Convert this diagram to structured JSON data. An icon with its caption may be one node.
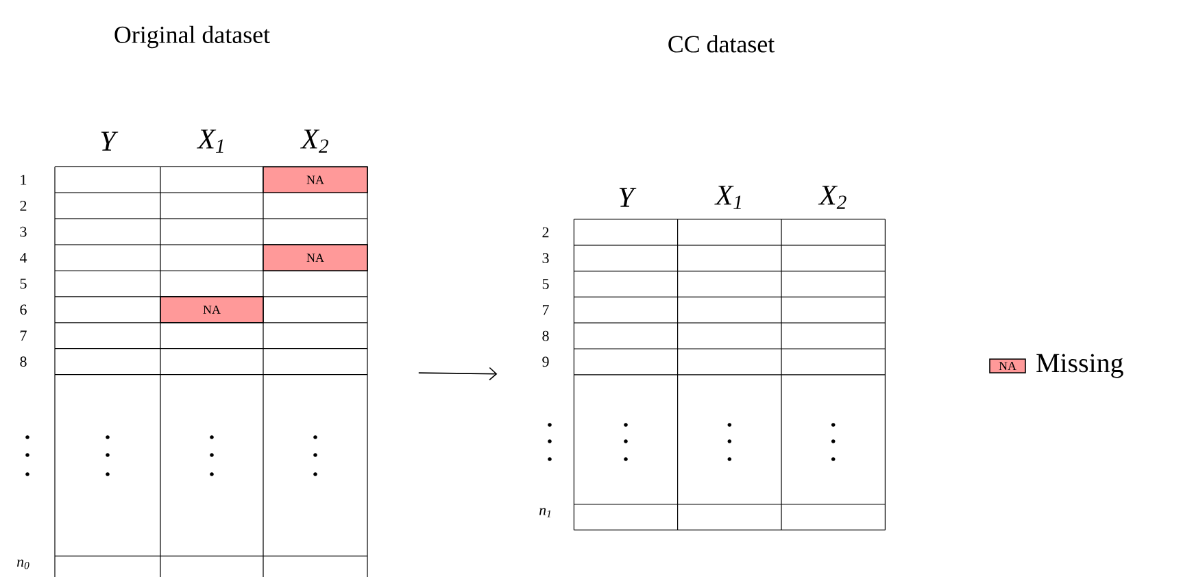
{
  "diagram": {
    "nodes": [
      {
        "text": [
          "Original dataset"
        ]
      },
      {
        "text": [
          "CC dataset"
        ]
      },
      {
        "text": [
          "NA"
        ],
        "in": 0
      },
      {
        "text": [
          "NA"
        ],
        "in": 0
      },
      {
        "text": [
          "NA"
        ],
        "in": 0
      }
    ],
    "edges": [
      {
        "from": 0,
        "to": 1,
        "arrow": "to"
      }
    ],
    "labels": [
      "Y",
      "X$_{1}$",
      "X$_{2}$",
      "1",
      "2",
      "3",
      "4",
      "5",
      "6",
      "7",
      "8",
      "n$_{0}$",
      "Y",
      "X$_{1}$",
      "X$_{2}$",
      "2",
      "3",
      "5",
      "7",
      "8",
      "9",
      "n$_{1}$",
      "NA"
    ],
    "legend": [
      {
        "text": "Missing",
        "color": "#ff9999"
      }
    ]
  }
}
